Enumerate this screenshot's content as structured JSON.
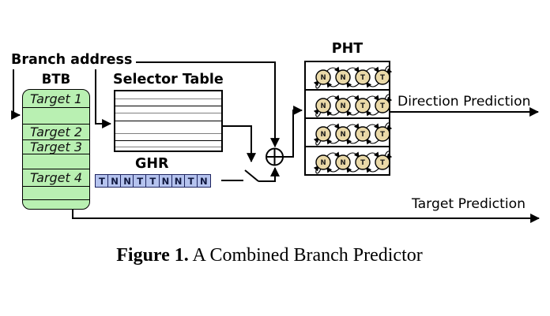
{
  "figure": {
    "labels": {
      "branch_address": "Branch address",
      "direction_prediction": "Direction Prediction",
      "target_prediction": "Target Prediction"
    },
    "btb": {
      "title": "BTB",
      "rows": [
        "Target 1",
        "",
        "Target 2",
        "Target 3",
        "",
        "Target 4",
        "",
        ""
      ]
    },
    "selector_table": {
      "title": "Selector Table",
      "row_count": 8
    },
    "ghr": {
      "title": "GHR",
      "bits": [
        "T",
        "N",
        "N",
        "T",
        "T",
        "N",
        "N",
        "T",
        "N"
      ]
    },
    "pht": {
      "title": "PHT",
      "row_count": 4,
      "states": [
        "N",
        "N",
        "T",
        "T"
      ]
    },
    "colors": {
      "btb_fill": "#b9f0b2",
      "ghr_fill": "#b5c3ef",
      "ghr_border": "#1d2460",
      "pht_state_fill": "#ead9a8",
      "wire": "#000000"
    }
  },
  "caption": {
    "number": "Figure 1.",
    "title": " A Combined Branch Predictor"
  }
}
